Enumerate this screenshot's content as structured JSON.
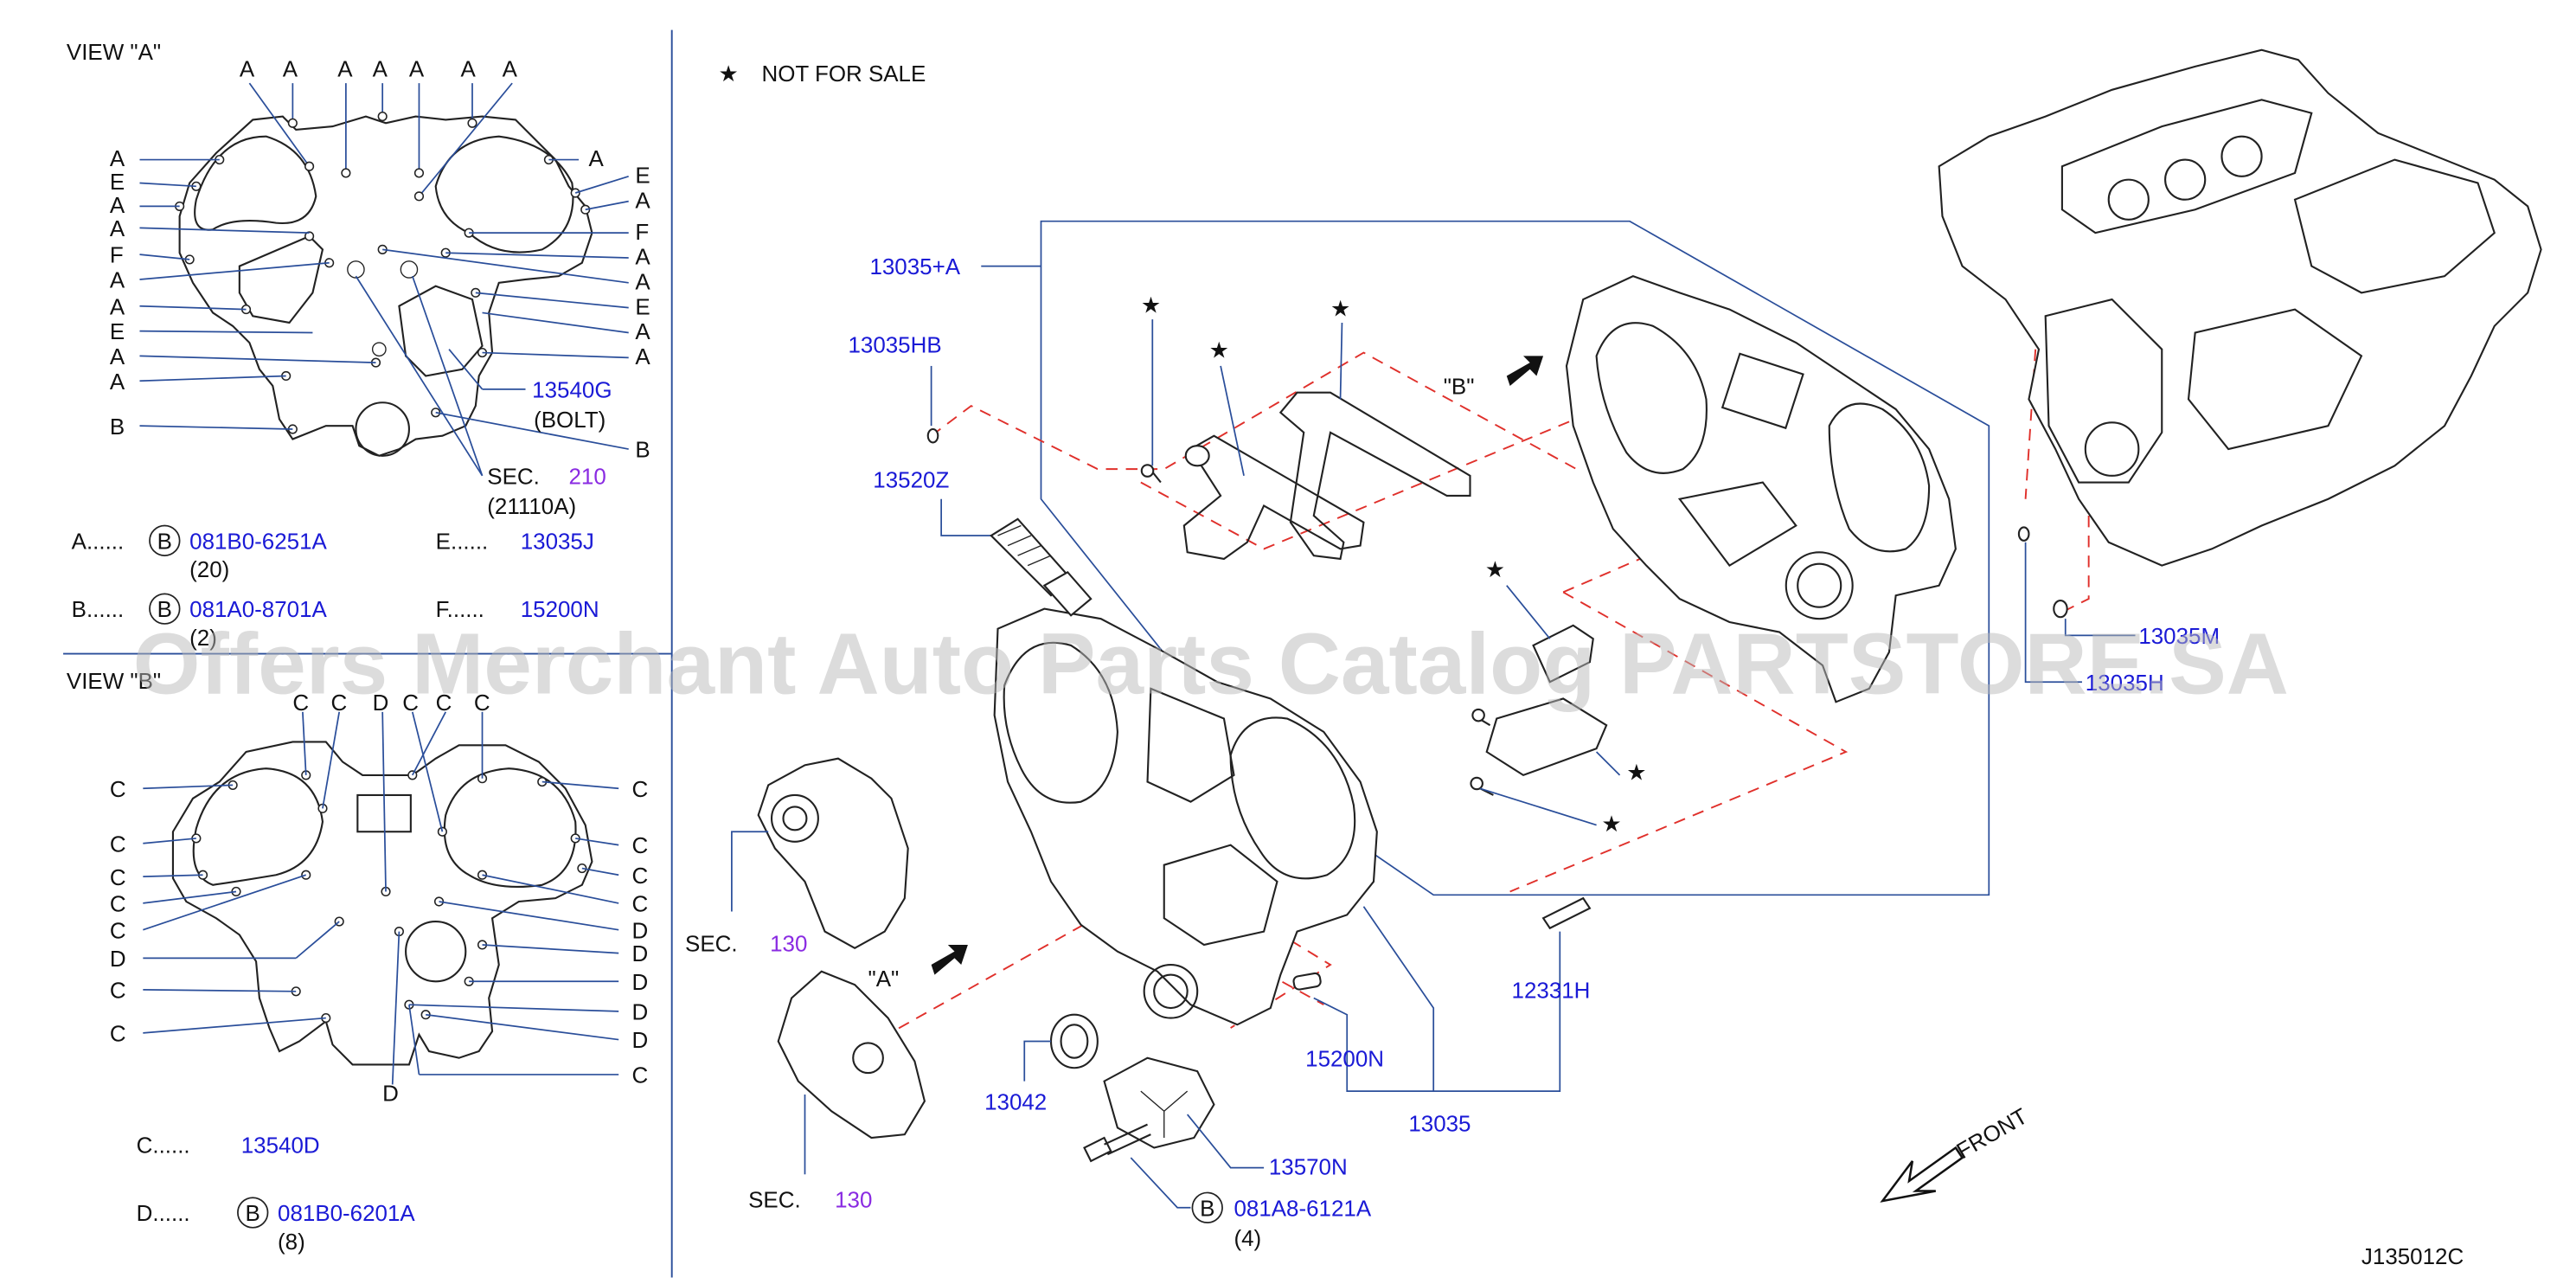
{
  "legend": {
    "not_for_sale": "NOT  FOR  SALE"
  },
  "view_a": {
    "title": "VIEW  \"A\"",
    "bolt_code": "13540G",
    "bolt_note": "(BOLT)",
    "sec_label": "SEC.",
    "sec_num": "210",
    "sec_sub": "(21110A)",
    "letters": {
      "a": "A",
      "b": "B",
      "e": "E",
      "f": "F"
    }
  },
  "view_b": {
    "title": "VIEW  \"B\"",
    "letters": {
      "c": "C",
      "d": "D"
    }
  },
  "bolt_legend": [
    {
      "key": "A......",
      "circle": "B",
      "code": "081B0-6251A",
      "qty": "(20)"
    },
    {
      "key": "B......",
      "circle": "B",
      "code": "081A0-8701A",
      "qty": "(2)"
    },
    {
      "key": "E......",
      "code": "13035J"
    },
    {
      "key": "F......",
      "code": "15200N"
    },
    {
      "key": "C......",
      "code": "13540D"
    },
    {
      "key": "D......",
      "circle": "B",
      "code": "081B0-6201A",
      "qty": "(8)"
    }
  ],
  "callouts": {
    "c13035a": "13035+A",
    "c13035hb": "13035HB",
    "c13520z": "13520Z",
    "view_b_arrow": "\"B\"",
    "view_a_arrow": "\"A\"",
    "sec": "SEC.",
    "sec130": "130",
    "c12331h": "12331H",
    "c15200n": "15200N",
    "c13042": "13042",
    "c13035": "13035",
    "c13570n": "13570N",
    "c081a8": "081A8-6121A",
    "c081a8_circle": "B",
    "c081a8_qty": "(4)",
    "c13035m": "13035M",
    "c13035h": "13035H",
    "front": "FRONT",
    "star": "★"
  },
  "diagram_id": "J135012C",
  "watermark": "Offers Merchant Auto Parts Catalog PARTSTORE.SA",
  "colors": {
    "part_code": "#1a1ad6",
    "section": "#8a2be2",
    "leader": "#2a4e9a",
    "dashed": "#e0302b"
  }
}
